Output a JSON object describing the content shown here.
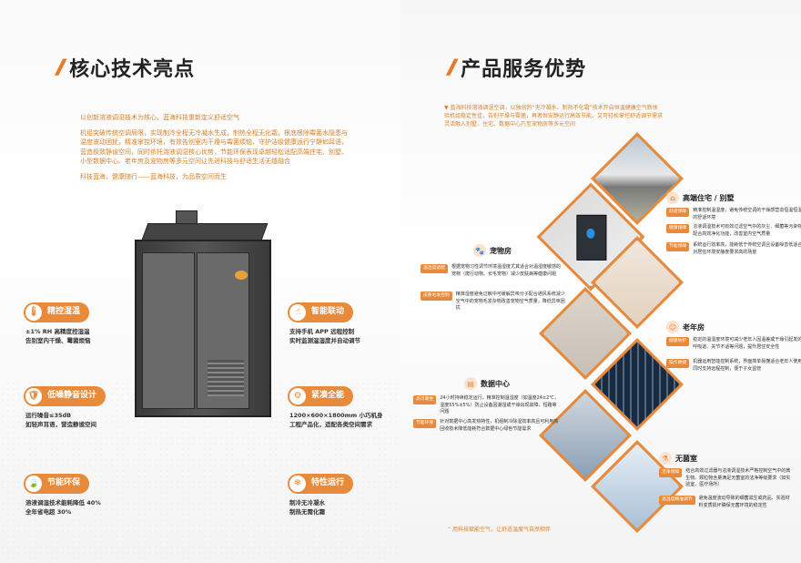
{
  "left": {
    "heading": "核心技术亮点",
    "intro": {
      "line1": "以创新溶液调湿技术为核心，蓝海科技重新定义舒适空气",
      "line2": "机组突破传统空调局限，实现制冷全程无冷凝水生成，制热全程无化霜，根底根除霉菌水隐患与温度波动困扰，精准掌控环境，有效告别室内干燥与霉菌烦恼，守护洁级健康运行宁静如耳语，营造极致静谧空间，同时依托溶液调湿核心优势，节能环保表现卓越轻松适配高端住宅、别墅、小型数据中心、老年房及宠物房等多元空间让先进科技与舒适生活无缝融合",
      "line3": "科技蓝海，健康随行——蓝海科技，为品质空间而生"
    },
    "features": [
      {
        "title": "精控湿温",
        "icon": "thermometer-icon",
        "glyph": "🌡",
        "desc": [
          "±1% RH 高精度控湿温",
          "告别室内干燥、霉菌烦恼"
        ]
      },
      {
        "title": "低噪静音设计",
        "icon": "shield-icon",
        "glyph": "🛡",
        "desc": [
          "运行噪音≤35dB",
          "如轻声耳语，营造静谧空间"
        ]
      },
      {
        "title": "节能环保",
        "icon": "leaf-icon",
        "glyph": "🍃",
        "desc": [
          "溶液调湿技术能耗降低 40%",
          "全年省电超 30%"
        ]
      },
      {
        "title": "智能联动",
        "icon": "hand-icon",
        "glyph": "☝",
        "desc": [
          "支持手机 APP 远程控制",
          "实时监测温湿度并自动调节"
        ]
      },
      {
        "title": "紧凑全能",
        "icon": "gear-icon",
        "glyph": "⚙",
        "desc": [
          "1200×600×1800mm 小巧机身",
          "工程产品化，适配各类空间需求"
        ]
      },
      {
        "title": "特性运行",
        "icon": "snowflake-icon",
        "glyph": "❄",
        "desc": [
          "制冷无冷凝水",
          "制热无需化霜"
        ]
      }
    ]
  },
  "right": {
    "heading": "产品服务优势",
    "intro": "蓝海科技溶液调湿空调，以独创的“无冷凝水、制热不化霜”技术开启恒温健康空气新体验机组稳定性佳，告别干燥与霉菌，再者恒安静运行高效节能，又可轻松掌控舒适调节需求灵活融入别墅、住宅、数据中心乃至宠物房等多元空间",
    "sections": [
      {
        "title": "高端住宅 / 别墅",
        "icon": "home-icon",
        "glyph": "⌂",
        "rows": [
          {
            "tag": "舒适保障",
            "text": "精准控制温湿度，避免传统空调的干燥感营造恒温恒湿的舒适环境"
          },
          {
            "tag": "健康保障",
            "text": "溶液调湿技术可有效过滤空气中的灰尘、细菌等污染物配合高效净化功能，改善室内空气质量"
          },
          {
            "tag": "节能保障",
            "text": "系统运行效率高，能耗低于传统空调且设备噪音低适合对居住环境安静度要求高的场景"
          }
        ]
      },
      {
        "title": "宠物房",
        "icon": "paw-icon",
        "glyph": "🐾",
        "rows": [
          {
            "tag": "温湿度适配",
            "text": "根据宠物习性调节环境温湿度尤其适合对温湿度敏感的宠物（爬行动物、长毛宠物）减少皮肤病等健康问题"
          },
          {
            "tag": "皮质毛发控制",
            "text": "精准湿度避免过敏中可缓解异味分子配合通风系统减少空气中的宠物毛发杂物改善宠物空气质量，降低异味困扰"
          }
        ]
      },
      {
        "title": "老年房",
        "icon": "elder-icon",
        "glyph": "☺",
        "rows": [
          {
            "tag": "健康防护",
            "text": "稳定的温湿度环境可减少老年人因温差或干燥引起发的呼吸道、关节不适等问题，提升居住安全性"
          },
          {
            "tag": "操作便捷",
            "text": "机器运用智能控制系统，界面简单易懂适合老年人使用同时支持远程控制，便于子女监管"
          }
        ]
      },
      {
        "title": "数据中心",
        "icon": "server-icon",
        "glyph": "▤",
        "rows": [
          {
            "tag": "高可靠性",
            "text": "24小时持续稳定运行，精准控制温湿度（如温度24±2℃，湿度55%±5%）防止设备因潮湿或干燥出现故障、短路等问题"
          },
          {
            "tag": "节能环保",
            "text": "针对数据中心高发热特性，机组制冷除湿效率高且可利用热回收技术降低能耗符合数据中心绿色节能需求"
          }
        ]
      },
      {
        "title": "无菌室",
        "icon": "flask-icon",
        "glyph": "⚗",
        "rows": [
          {
            "tag": "洁净保障",
            "text": "结合高效过滤器与溶液调湿技术严格控制空气中的微生物、颗粒物含量满足无菌室的洁净等级要求（如实验室、医疗场所）"
          },
          {
            "tag": "温湿度精准调节",
            "text": "避免温度波动导致的细菌滋生或药品、实验材料变质损坏确保无菌环境的稳定性"
          }
        ]
      }
    ],
    "footer": "用科技赋能空气，让舒适温度气自然相伴"
  }
}
